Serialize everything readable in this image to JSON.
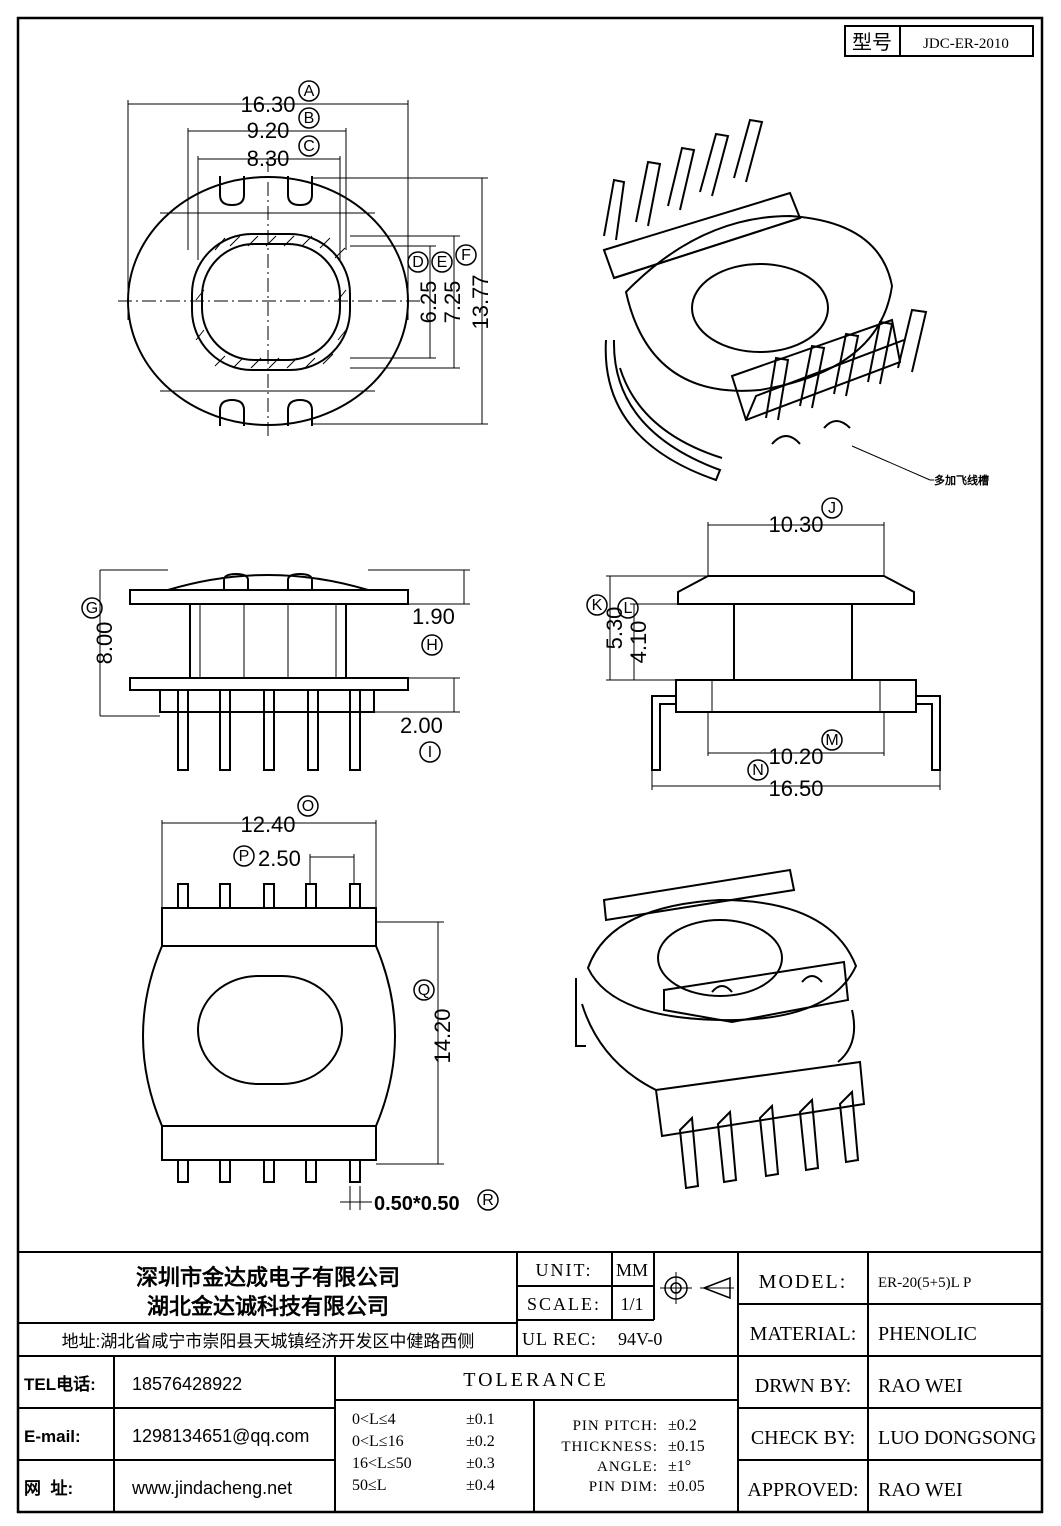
{
  "model_no": {
    "label": "型号",
    "value": "JDC-ER-2010"
  },
  "drawing": {
    "dims": {
      "A": "16.30",
      "B": "9.20",
      "C": "8.30",
      "D": "6.25",
      "E": "7.25",
      "F": "13.77",
      "G": "8.00",
      "H": "1.90",
      "I": "2.00",
      "J": "10.30",
      "K": "5.30",
      "L": "4.10",
      "M": "10.20",
      "N": "16.50",
      "O": "12.40",
      "P": "2.50",
      "Q": "14.20",
      "R": "0.50*0.50"
    },
    "letters": [
      "A",
      "B",
      "C",
      "D",
      "E",
      "F",
      "G",
      "H",
      "I",
      "J",
      "K",
      "L",
      "M",
      "N",
      "O",
      "P",
      "Q",
      "R"
    ],
    "note": "多加飞线槽"
  },
  "company": {
    "name1": "深圳市金达成电子有限公司",
    "name2": "湖北金达诚科技有限公司",
    "address": "地址:湖北省咸宁市崇阳县天城镇经济开发区中健路西侧"
  },
  "contact": {
    "tel_label": "TEL电话:",
    "tel": "18576428922",
    "email_label": "E-mail:",
    "email": "1298134651@qq.com",
    "web_label": "网  址:",
    "web": "www.jindacheng.net"
  },
  "spec": {
    "unit_label": "UNIT:",
    "unit": "MM",
    "scale_label": "SCALE:",
    "scale": "1/1",
    "ulrec_label": "UL REC:",
    "ulrec": "94V-0"
  },
  "tolerance": {
    "title": "TOLERANCE",
    "rows": [
      {
        "range": "0<L≤4",
        "tol": "±0.1"
      },
      {
        "range": "0<L≤16",
        "tol": "±0.2"
      },
      {
        "range": "16<L≤50",
        "tol": "±0.3"
      },
      {
        "range": "50≤L",
        "tol": "±0.4"
      }
    ],
    "extra": [
      {
        "name": "PIN PITCH:",
        "tol": "±0.2"
      },
      {
        "name": "THICKNESS:",
        "tol": "±0.15"
      },
      {
        "name": "ANGLE:",
        "tol": "±1°"
      },
      {
        "name": "PIN DIM:",
        "tol": "±0.05"
      }
    ]
  },
  "info": {
    "model_label": "MODEL:",
    "model": "ER-20(5+5)L P",
    "material_label": "MATERIAL:",
    "material": "PHENOLIC",
    "drawn_label": "DRWN BY:",
    "drawn": "RAO WEI",
    "check_label": "CHECK BY:",
    "check": "LUO DONGSONG",
    "approved_label": "APPROVED:",
    "approved": "RAO WEI"
  }
}
